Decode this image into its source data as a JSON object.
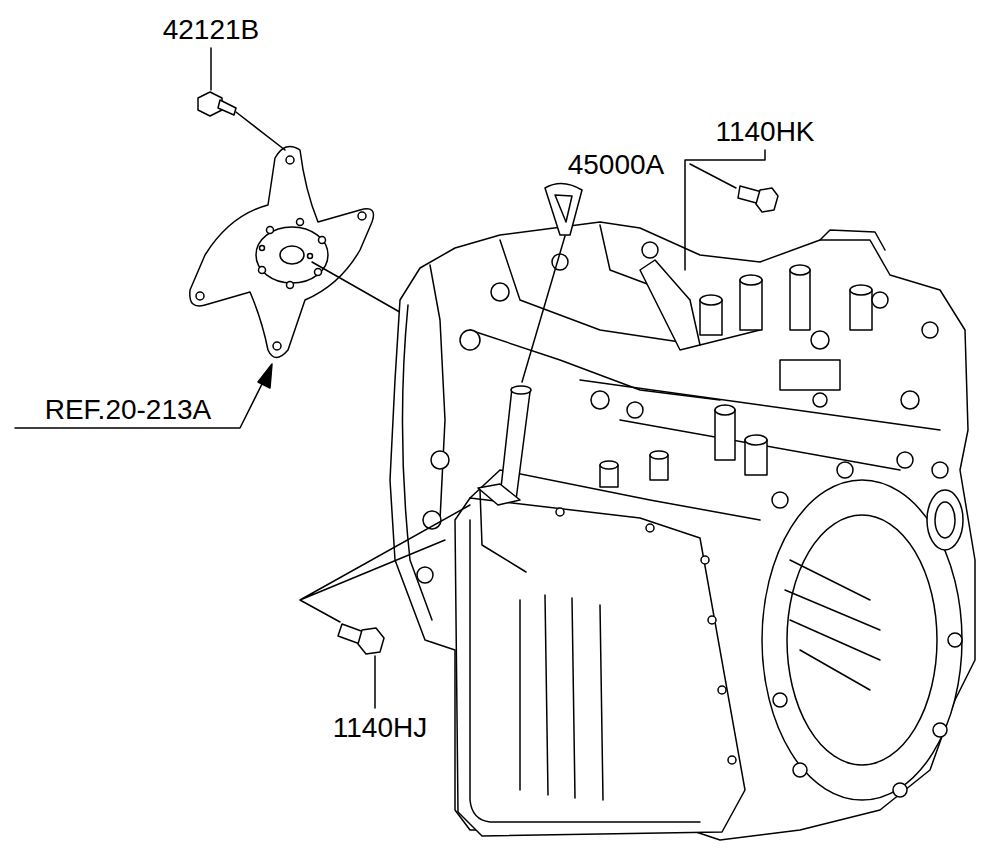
{
  "diagram": {
    "labels": [
      "42121B",
      "45000A",
      "1140HK",
      "REF.20-213A",
      "1140HJ"
    ]
  }
}
